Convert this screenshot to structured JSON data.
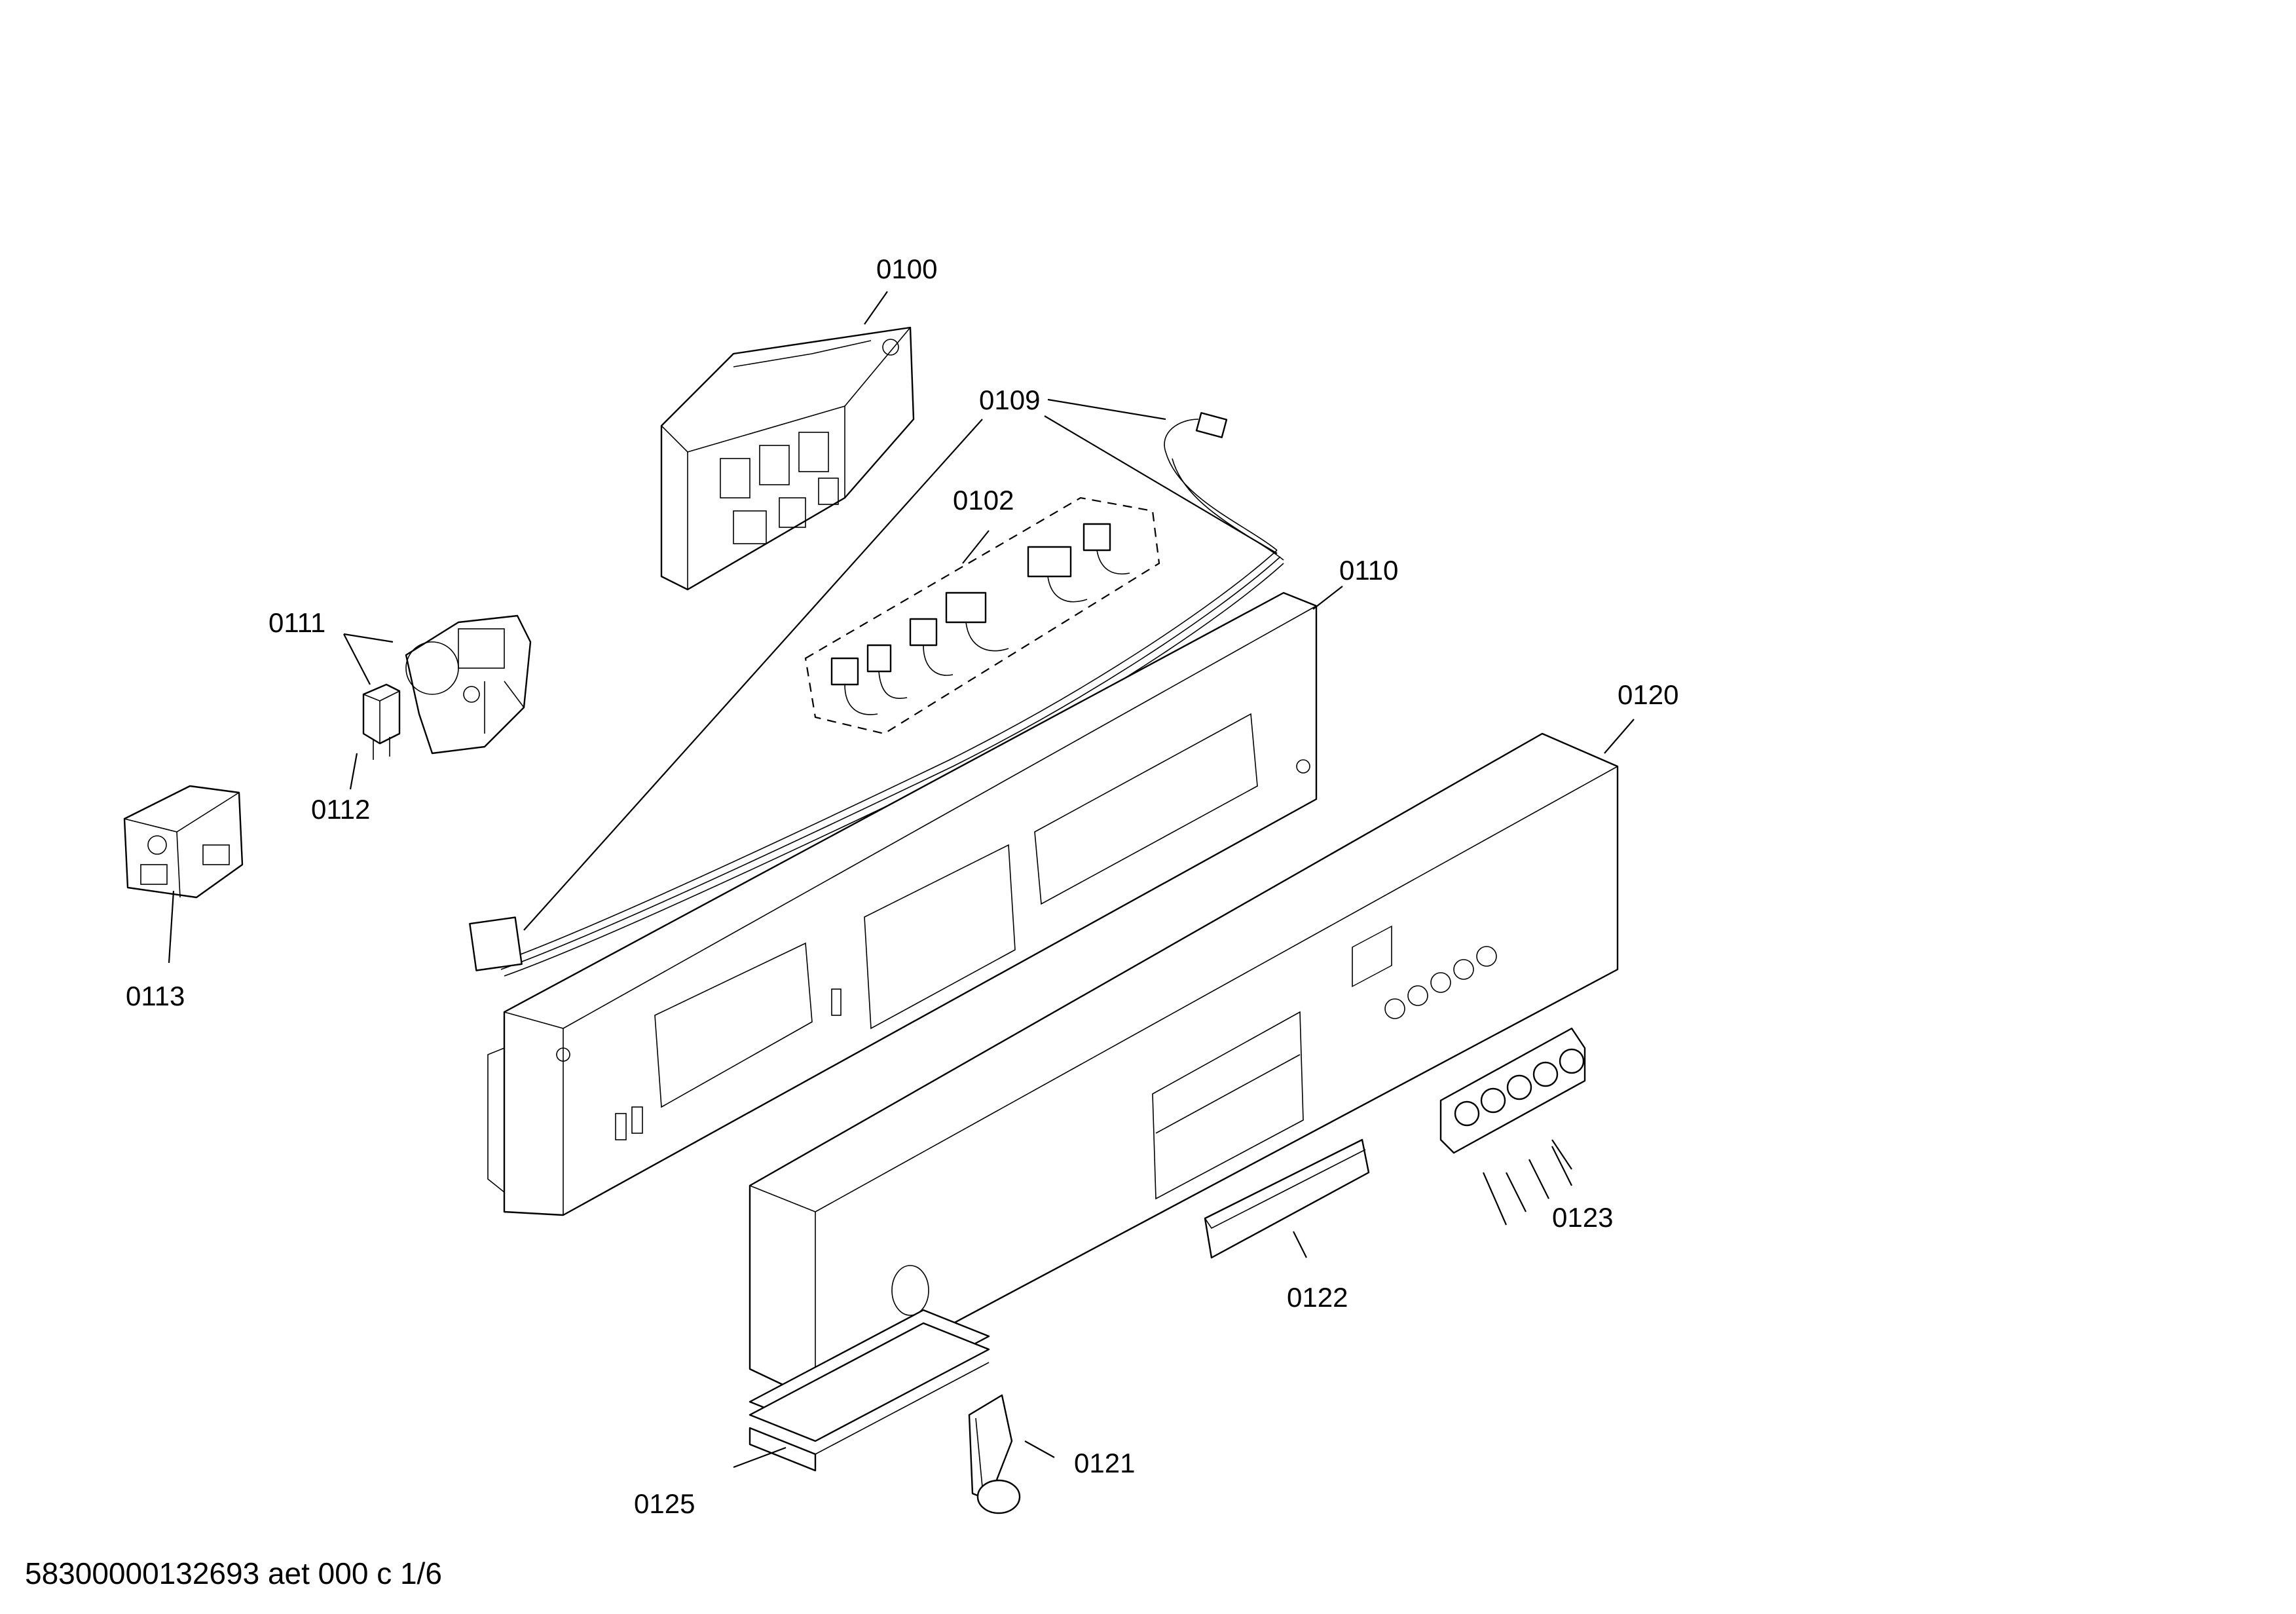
{
  "diagram": {
    "parts": [
      {
        "id": "0100",
        "label": "0100"
      },
      {
        "id": "0102",
        "label": "0102"
      },
      {
        "id": "0109",
        "label": "0109"
      },
      {
        "id": "0110",
        "label": "0110"
      },
      {
        "id": "0111",
        "label": "0111"
      },
      {
        "id": "0112",
        "label": "0112"
      },
      {
        "id": "0113",
        "label": "0113"
      },
      {
        "id": "0120",
        "label": "0120"
      },
      {
        "id": "0121",
        "label": "0121"
      },
      {
        "id": "0122",
        "label": "0122"
      },
      {
        "id": "0123",
        "label": "0123"
      },
      {
        "id": "0125",
        "label": "0125"
      }
    ],
    "footer": "58300000132693 aet 000 c 1/6"
  }
}
